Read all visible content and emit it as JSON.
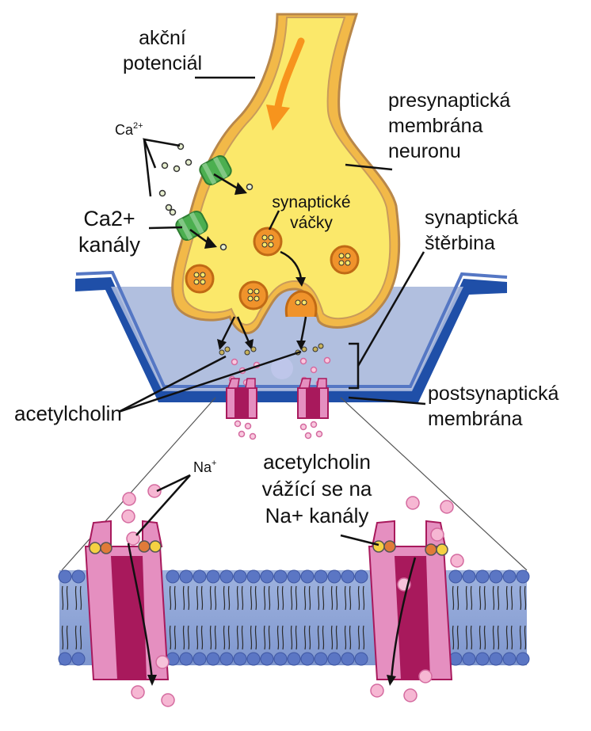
{
  "labels": {
    "action_potential": [
      "akční",
      "potenciál"
    ],
    "presynaptic_membrane": [
      "presynaptická",
      "membrána",
      "neuronu"
    ],
    "ca_ion": "Ca",
    "ca_ion_charge": "2+",
    "ca_channels": [
      "Ca2+",
      "kanály"
    ],
    "synaptic_vesicles": [
      "synaptické",
      "váčky"
    ],
    "synaptic_cleft": [
      "synaptická",
      "štěrbina"
    ],
    "acetylcholine": "acetylcholin",
    "postsynaptic_membrane": [
      "postsynaptická",
      "membrána"
    ],
    "na_ion": "Na",
    "na_ion_charge": "+",
    "ach_binding": [
      "acetylcholin",
      "vážící se na",
      "Na+ kanály"
    ]
  },
  "colors": {
    "terminal_fill": "#fbe86a",
    "terminal_outline": "#b8874a",
    "arrow_orange": "#f7941d",
    "membrane_blue": "#1f4fa8",
    "cleft_fill": "#a9b8dc",
    "vesicle_fill": "#f0932b",
    "channel_green": "#4caf50",
    "receptor_pink": "#e58fc0",
    "receptor_dark": "#a8195c",
    "ion_pink": "#f6b7d3",
    "lipid_head": "#5b76c4",
    "lipid_band": "#8ea6d8"
  }
}
